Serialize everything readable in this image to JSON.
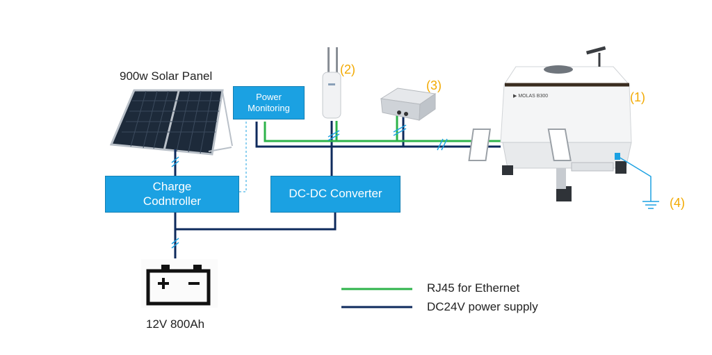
{
  "solar_panel": {
    "label": "900w Solar Panel"
  },
  "power_monitoring": {
    "line1": "Power",
    "line2": "Monitoring"
  },
  "charge_controller": {
    "line1": "Charge",
    "line2": "Codntroller"
  },
  "dcdc_converter": {
    "label": "DC-DC Converter"
  },
  "battery": {
    "label": "12V 800Ah"
  },
  "device_labels": {
    "antenna": "(2)",
    "radio": "(3)",
    "station": "(1)",
    "ground": "(4)"
  },
  "station_brand": "MOLAS B300",
  "legend": [
    {
      "label": "RJ45 for Ethernet",
      "color": "#2db34a"
    },
    {
      "label": "DC24V power supply",
      "color": "#0e2a5c"
    }
  ],
  "colors": {
    "box": "#1ba1e2",
    "power": "#0e2a5c",
    "ethernet": "#2db34a",
    "label_num": "#f2a900"
  }
}
